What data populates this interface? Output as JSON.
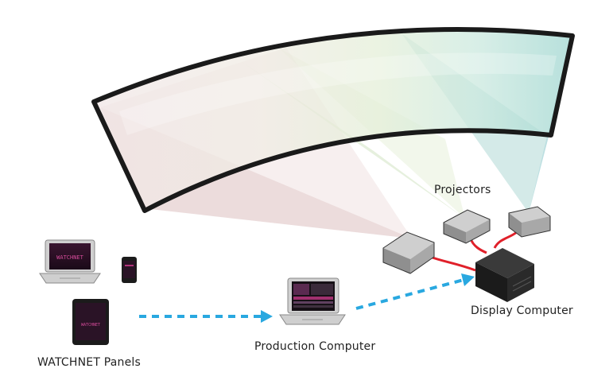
{
  "labels": {
    "projectors": "Projectors",
    "display_computer": "Display Computer",
    "production_computer": "Production Computer",
    "watchnet_panels": "WATCHNET Panels"
  },
  "screen_text": {
    "laptop_logo": "WATCHNET",
    "tablet_logo": "WATCHNET"
  },
  "colors": {
    "beam_red": "#c99a9a",
    "beam_green": "#b7d3a0",
    "beam_teal": "#8ec7c2",
    "beam_cyan": "#9fd3da",
    "cable_red": "#e0202a",
    "arrow_blue": "#29a8e0",
    "screen_frame": "#1a1a1a",
    "projector_gray": "#9c9c9c",
    "device_dark": "#1b1b1b"
  }
}
